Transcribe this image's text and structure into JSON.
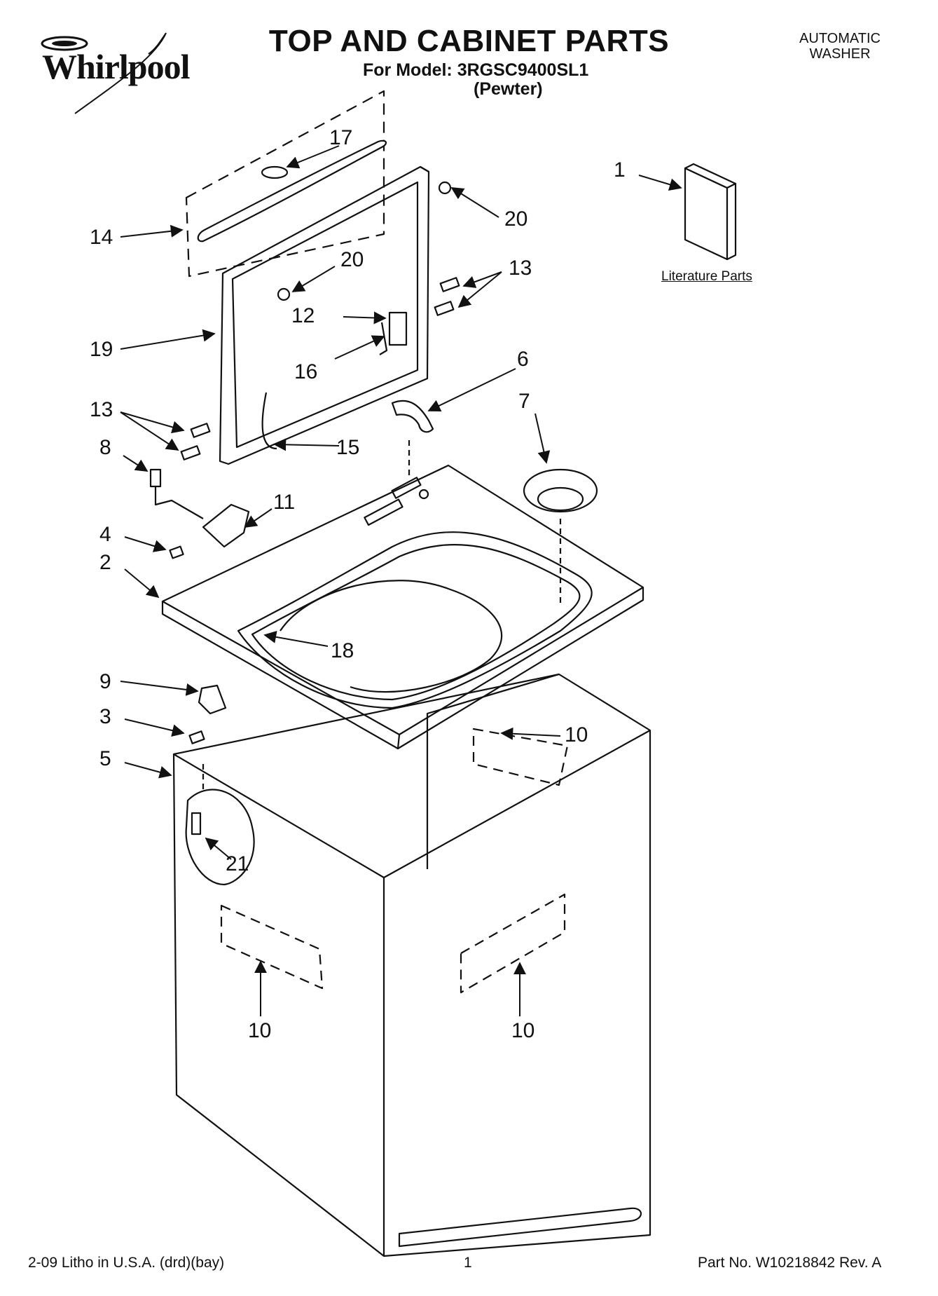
{
  "brand": {
    "name": "Whirlpool"
  },
  "header": {
    "title": "TOP AND CABINET PARTS",
    "model_line": "For Model: 3RGSC9400SL1",
    "variant": "(Pewter)",
    "product_line1": "AUTOMATIC",
    "product_line2": "WASHER"
  },
  "literature_label": "Literature Parts",
  "callouts": [
    "1",
    "14",
    "17",
    "20",
    "20",
    "12",
    "13",
    "19",
    "16",
    "6",
    "7",
    "13",
    "8",
    "15",
    "11",
    "4",
    "2",
    "18",
    "9",
    "3",
    "10",
    "5",
    "21",
    "10",
    "10"
  ],
  "footer": {
    "left": "2-09 Litho in U.S.A. (drd)(bay)",
    "center": "1",
    "right": "Part No. W10218842 Rev. A"
  }
}
